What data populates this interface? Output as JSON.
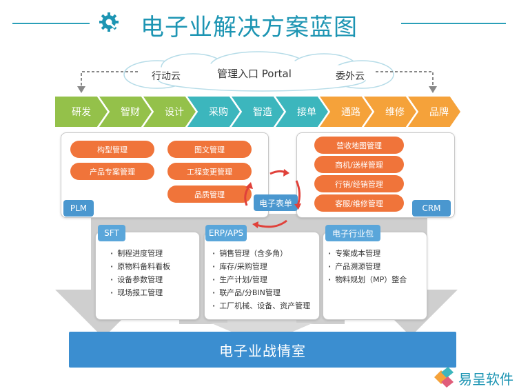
{
  "title": "电子业解决方案蓝图",
  "clouds": {
    "left": "行动云",
    "center": "管理入口 Portal",
    "right": "委外云"
  },
  "chevrons": [
    {
      "label": "研发",
      "color": "#94c14a"
    },
    {
      "label": "智财",
      "color": "#94c14a"
    },
    {
      "label": "设计",
      "color": "#94c14a"
    },
    {
      "label": "采购",
      "color": "#3cb6bd"
    },
    {
      "label": "智造",
      "color": "#3cb6bd"
    },
    {
      "label": "接单",
      "color": "#3cb6bd"
    },
    {
      "label": "通路",
      "color": "#f5a23a"
    },
    {
      "label": "维修",
      "color": "#f5a23a"
    },
    {
      "label": "品牌",
      "color": "#f5a23a"
    }
  ],
  "plm": {
    "tag": "PLM",
    "items": [
      "构型管理",
      "产品专案管理",
      "图文管理",
      "工程变更管理",
      "品质管理"
    ]
  },
  "crm": {
    "tag": "CRM",
    "items": [
      "营收地图管理",
      "商机/送样管理",
      "行销/经销管理",
      "客服/维修管理"
    ]
  },
  "center_tag": "电子表单",
  "sft": {
    "tag": "SFT",
    "items": [
      "制程进度管理",
      "原物料备料看板",
      "设备参数管理",
      "现场报工管理"
    ]
  },
  "erp": {
    "tag": "ERP/APS",
    "items": [
      "销售管理（含多角）",
      "库存/采购管理",
      "生产计划/管理",
      "联产品/分BIN管理",
      "工厂机械、设备、资产管理"
    ]
  },
  "industry": {
    "tag": "电子行业包",
    "items": [
      "专案成本管理",
      "产品溯源管理",
      "物料规划（MP）整合"
    ]
  },
  "war_room": "电子业战情室",
  "brand": "易呈软件",
  "colors": {
    "title": "#1d95b3",
    "green": "#94c14a",
    "teal": "#3cb6bd",
    "orange": "#f5a23a",
    "pill": "#f0743a",
    "tag_blue": "#4a97cf",
    "war_room": "#3b8ed0",
    "arrow_red": "#e0413a"
  },
  "icons": [
    "gear-icon",
    "brand-logo-icon"
  ]
}
